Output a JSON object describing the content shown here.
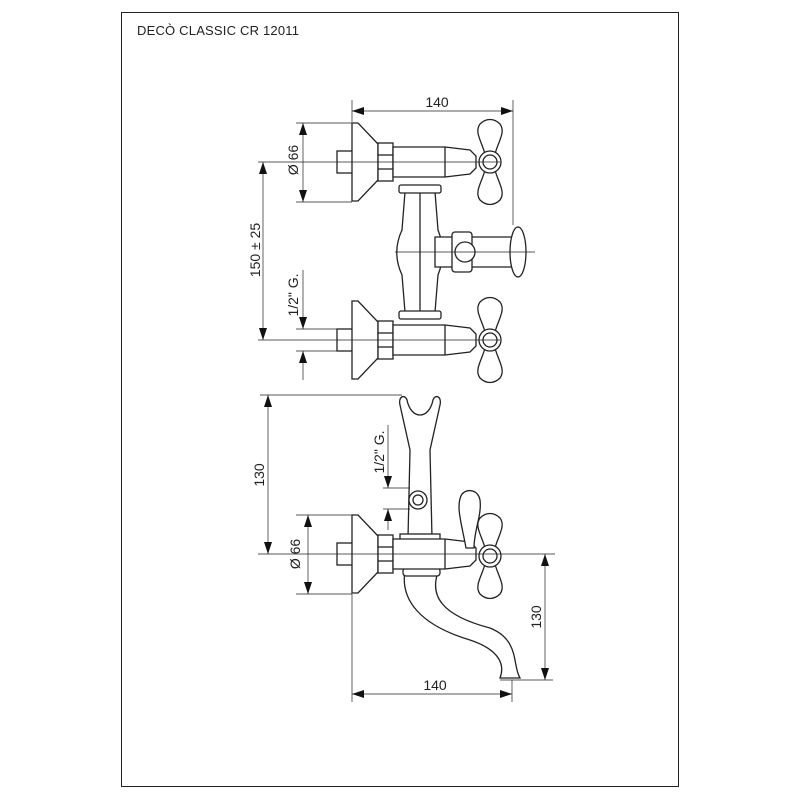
{
  "title": "DECÒ CLASSIC CR 12011",
  "top_view": {
    "width_dim": "140",
    "diameter_dim": "Ø 66",
    "spacing_dim": "150 ± 25",
    "thread_dim": "1/2\" G."
  },
  "side_view": {
    "height_dim": "130",
    "thread_dim": "1/2\" G.",
    "diameter_dim": "Ø 66",
    "spout_height_dim": "130",
    "width_dim": "140"
  }
}
